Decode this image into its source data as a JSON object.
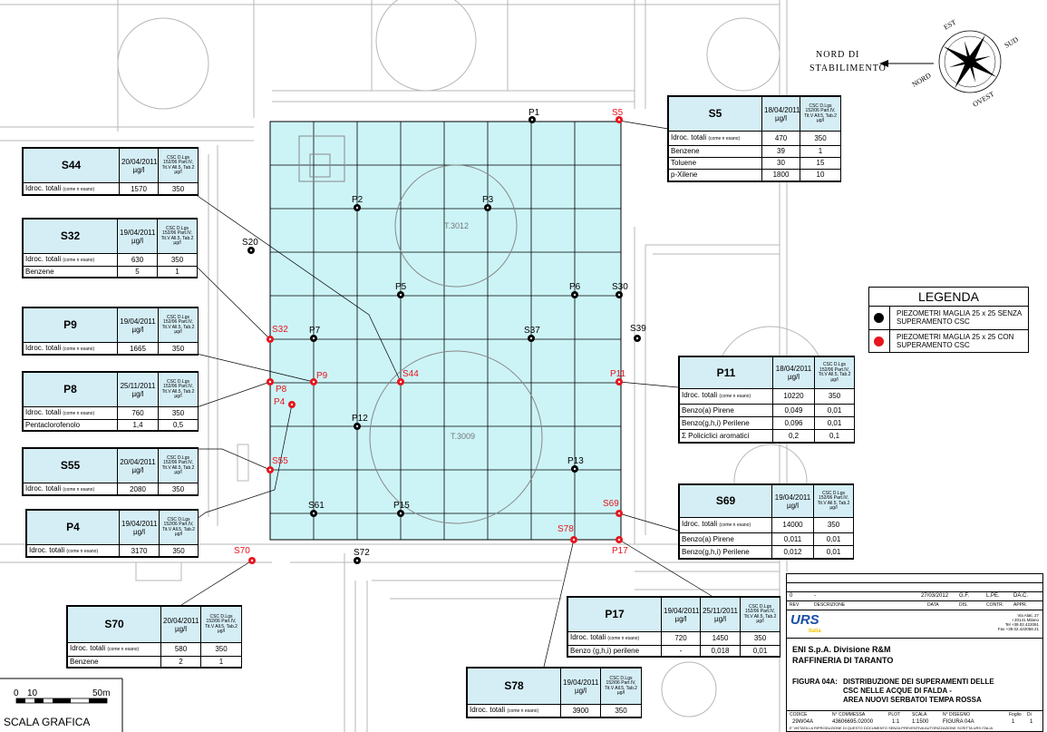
{
  "map": {
    "tanks": [
      {
        "label": "T.3012"
      },
      {
        "label": "T.3009"
      }
    ],
    "north_label": "NORD DI\nSTABILIMENTO",
    "compass": {
      "n": "NORD",
      "e": "EST",
      "s": "SUD",
      "w": "OVEST"
    },
    "scale": {
      "title": "SCALA GRAFICA",
      "ticks": [
        "0",
        "10",
        "50m"
      ]
    }
  },
  "points_black": [
    {
      "label": "P1"
    },
    {
      "label": "P2"
    },
    {
      "label": "P3"
    },
    {
      "label": "P5"
    },
    {
      "label": "P6"
    },
    {
      "label": "S30"
    },
    {
      "label": "P7"
    },
    {
      "label": "S37"
    },
    {
      "label": "S39"
    },
    {
      "label": "S20"
    },
    {
      "label": "P12"
    },
    {
      "label": "P13"
    },
    {
      "label": "S61"
    },
    {
      "label": "P15"
    },
    {
      "label": "S72"
    }
  ],
  "points_red": [
    {
      "label": "S5"
    },
    {
      "label": "S32"
    },
    {
      "label": "P9"
    },
    {
      "label": "S44"
    },
    {
      "label": "P8"
    },
    {
      "label": "P4"
    },
    {
      "label": "P11"
    },
    {
      "label": "S55"
    },
    {
      "label": "S69"
    },
    {
      "label": "S78"
    },
    {
      "label": "P17"
    },
    {
      "label": "S70"
    }
  ],
  "csc_header": "CSC D.Lgs 152/06 Part.IV, Tit.V All.5, Tab.2 µg/l",
  "unit": "µg/l",
  "tables": {
    "S5": {
      "name": "S5",
      "dates": [
        "18/04/2011"
      ],
      "rows": [
        [
          "Idroc. totali",
          "(come n esano)",
          "470",
          "350"
        ],
        [
          "Benzene",
          "",
          "39",
          "1"
        ],
        [
          "Toluene",
          "",
          "30",
          "15"
        ],
        [
          "p-Xilene",
          "",
          "1800",
          "10"
        ]
      ]
    },
    "S44": {
      "name": "S44",
      "dates": [
        "20/04/2011"
      ],
      "rows": [
        [
          "Idroc. totali",
          "(come n esano)",
          "1570",
          "350"
        ]
      ]
    },
    "S32": {
      "name": "S32",
      "dates": [
        "19/04/2011"
      ],
      "rows": [
        [
          "Idroc. totali",
          "(come n esano)",
          "630",
          "350"
        ],
        [
          "Benzene",
          "",
          "5",
          "1"
        ]
      ]
    },
    "P9": {
      "name": "P9",
      "dates": [
        "19/04/2011"
      ],
      "rows": [
        [
          "Idroc. totali",
          "(come n esano)",
          "1665",
          "350"
        ]
      ]
    },
    "P8": {
      "name": "P8",
      "dates": [
        "25/11/2011"
      ],
      "rows": [
        [
          "Idroc. totali",
          "(come n esano)",
          "760",
          "350"
        ],
        [
          "Pentaclorofenolo",
          "",
          "1,4",
          "0,5"
        ]
      ]
    },
    "S55": {
      "name": "S55",
      "dates": [
        "20/04/2011"
      ],
      "rows": [
        [
          "Idroc. totali",
          "(come n esano)",
          "2080",
          "350"
        ]
      ]
    },
    "P4": {
      "name": "P4",
      "dates": [
        "19/04/2011"
      ],
      "rows": [
        [
          "Idroc. totali",
          "(come n esano)",
          "3170",
          "350"
        ]
      ]
    },
    "S70": {
      "name": "S70",
      "dates": [
        "20/04/2011"
      ],
      "rows": [
        [
          "Idroc. totali",
          "(come n esano)",
          "580",
          "350"
        ],
        [
          "Benzene",
          "",
          "2",
          "1"
        ]
      ]
    },
    "P11": {
      "name": "P11",
      "dates": [
        "18/04/2011"
      ],
      "rows": [
        [
          "Idroc. totali",
          "(come n esano)",
          "10220",
          "350"
        ],
        [
          "Benzo(a) Pirene",
          "",
          "0,049",
          "0,01"
        ],
        [
          "Benzo(g,h,i) Perilene",
          "",
          "0,096",
          "0,01"
        ],
        [
          "Σ Policiclici aromatici",
          "",
          "0,2",
          "0,1"
        ]
      ]
    },
    "S69": {
      "name": "S69",
      "dates": [
        "19/04/2011"
      ],
      "rows": [
        [
          "Idroc. totali",
          "(come n esano)",
          "14000",
          "350"
        ],
        [
          "Benzo(a) Pirene",
          "",
          "0,011",
          "0,01"
        ],
        [
          "Benzo(g,h,i) Perilene",
          "",
          "0,012",
          "0,01"
        ]
      ]
    },
    "P17": {
      "name": "P17",
      "dates": [
        "19/04/2011",
        "25/11/2011"
      ],
      "rows": [
        [
          "Idroc. totali",
          "(come n esano)",
          "720",
          "1450",
          "350"
        ],
        [
          "Benzo (g,h,i) perilene",
          "",
          "-",
          "0,018",
          "0,01"
        ]
      ]
    },
    "S78": {
      "name": "S78",
      "dates": [
        "19/04/2011"
      ],
      "rows": [
        [
          "Idroc. totali",
          "(come n esano)",
          "3900",
          "350"
        ]
      ]
    }
  },
  "legend": {
    "title": "LEGENDA",
    "items": [
      {
        "text": "PIEZOMETRI MAGLIA 25 x 25 SENZA SUPERAMENTO CSC",
        "color": "#000000"
      },
      {
        "text": "PIEZOMETRI MAGLIA 25 x 25 CON SUPERAMENTO CSC",
        "color": "#e8141c"
      }
    ]
  },
  "titleblock": {
    "rev_row": [
      "0",
      "-",
      "27/03/2012",
      "G.F.",
      "L.PE.",
      "DA.C."
    ],
    "rev_headers": [
      "REV",
      "DESCRIZIONE",
      "DATA",
      "DIS.",
      "CONTR.",
      "APPR."
    ],
    "logo": "URS",
    "logo_sub": "Italia",
    "address": "Via Alati, 27\n I 20141 Milano\nTel +39.02.422061\nFax +39.02.422058.21",
    "company": "ENI S.p.A. Divisione R&M",
    "refinery": "RAFFINERIA DI TARANTO",
    "fig_label": "FIGURA 04A:",
    "fig_title": "DISTRIBUZIONE DEI SUPERAMENTI DELLE\nCSC NELLE ACQUE DI FALDA -\nAREA NUOVI SERBATOI TEMPA ROSSA",
    "codes_hdr": [
      "CODICE",
      "N° COMMESSA",
      "PLOT",
      "SCALA",
      "N° DISEGNO",
      "Foglio",
      "Di"
    ],
    "codes": [
      "29W04A",
      "43606695.02000",
      "1:1",
      "1:1500",
      "FIGURA 04A",
      "1",
      "1"
    ],
    "footer": "E' VIETATA LA RIPRODUZIONE DI QUESTO DOCUMENTO SENZA PREVENTIVA AUTORIZZAZIONE SCRITTA URS ITALIA"
  },
  "colors": {
    "grid_fill": "#ccf4f7",
    "red": "#e8141c",
    "header_fill": "#d5eef6",
    "logo_blue": "#1a4fa3",
    "logo_yellow": "#f2c200"
  }
}
